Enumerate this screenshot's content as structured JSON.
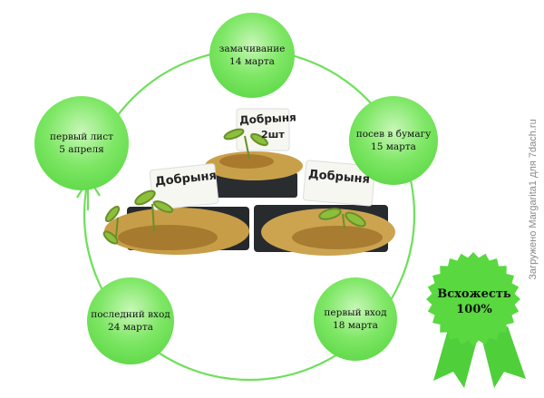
{
  "colors": {
    "ring": "#6ee05a",
    "node_fill": "#5bd545",
    "badge_fill": "#59d840",
    "badge_ribbon": "#4fcf3a"
  },
  "stages": [
    {
      "label": "замачивание",
      "date": "14 марта"
    },
    {
      "label": "посев в бумагу",
      "date": "15 марта"
    },
    {
      "label": "первый вход",
      "date": "18 марта"
    },
    {
      "label": "последний вход",
      "date": "24 марта"
    },
    {
      "label": "первый лист",
      "date": "5 апреля"
    }
  ],
  "photo": {
    "labels": [
      "Добрыня",
      "Добрыня",
      "Добрыня"
    ],
    "count_note": "2шт"
  },
  "badge": {
    "line1": "Всхожесть",
    "line2": "100%"
  },
  "watermark": "Загружено Margarita1 для 7dach.ru"
}
